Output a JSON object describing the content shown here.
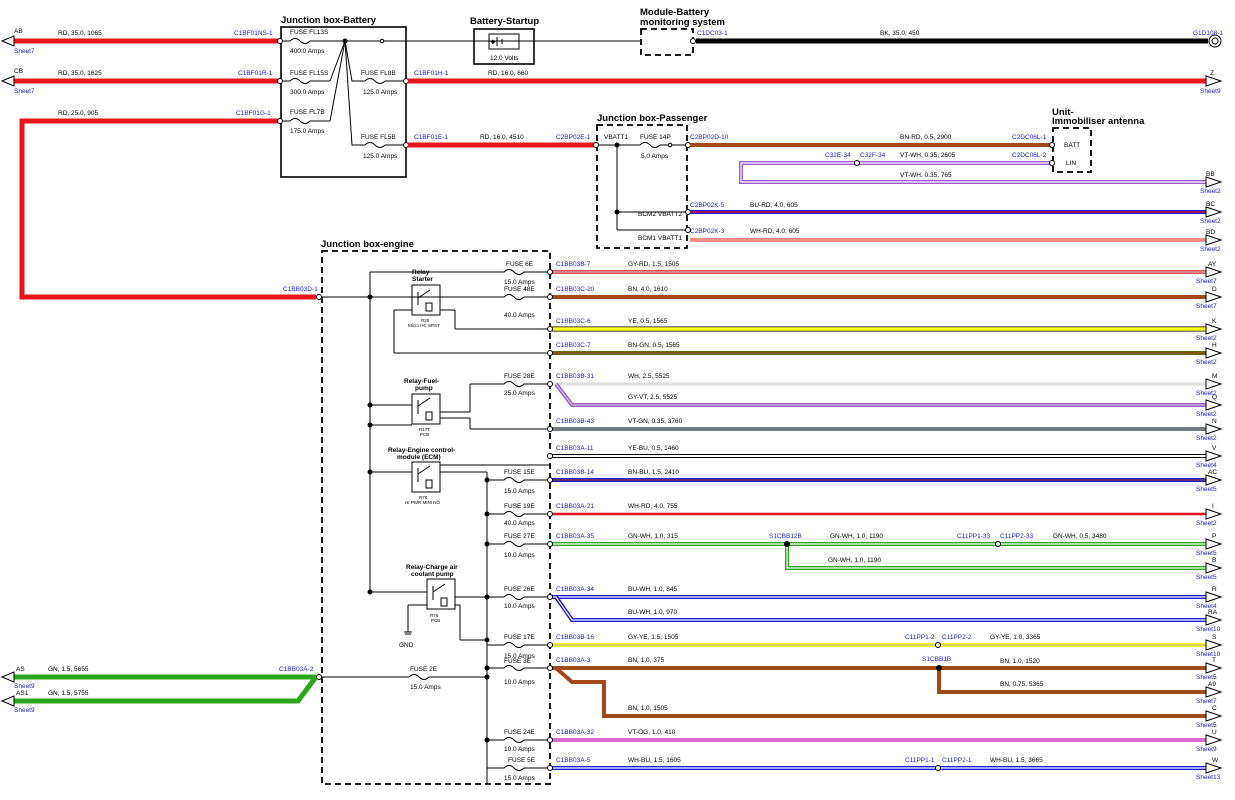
{
  "colors": {
    "red": "#e8141a",
    "black": "#000000",
    "brown": "#a24a16",
    "violet": "#9b5bd0",
    "blue": "#1a1ad0",
    "yellow": "#ffff1a",
    "olive": "#5d6a0e",
    "green": "#2aa81a",
    "gray": "#707a80",
    "pink": "#d96ad0",
    "white": "#ffffff",
    "label_blue": "#1a1ad0"
  },
  "boxes": {
    "battery": "Junction box-Battery",
    "startup": "Battery-Startup",
    "startup_value": "12.0 Volts",
    "bms_line1": "Module-Battery",
    "bms_line2": "monitoring system",
    "passenger": "Junction box-Passenger",
    "immob_line1": "Unit-",
    "immob_line2": "Immobiliser antenna",
    "engine": "Junction box-engine"
  },
  "battery_fuses": [
    {
      "name": "FUSE FL13S",
      "rating": "400.0 Amps"
    },
    {
      "name": "FUSE FL15S",
      "rating": "300.0 Amps"
    },
    {
      "name": "FUSE FL7B",
      "rating": "175.0 Amps"
    },
    {
      "name": "FUSE FL8B",
      "rating": "125.0 Amps"
    },
    {
      "name": "FUSE FL5B",
      "rating": "125.0 Amps"
    }
  ],
  "passenger_items": {
    "vbatt1": "VBATT1",
    "fuse_name": "FUSE 14P",
    "fuse_rating": "5.0 Amps",
    "bcm2": "BCM2 VBATT2",
    "bcm1": "BCM1 VBATT1",
    "batt_pin": "BATT",
    "lin_pin": "LIN"
  },
  "top_wires": [
    {
      "left_tag": "AB",
      "sheet": "Sheet7",
      "spec": "RD, 35.0, 1065",
      "connector": "C1BF01NS-1"
    },
    {
      "left_tag": "CB",
      "sheet": "Sheet7",
      "spec": "RD, 35.0, 1625",
      "connector": "C1BF01R-1"
    },
    {
      "spec": "RD, 25.0, 905",
      "connector": "C1BF01G-1"
    }
  ],
  "top_right": {
    "bms_connector": "C1DC03-1",
    "bk_spec": "BK, 35.0, 450",
    "ground_connector": "G1D108-1",
    "fl8b_connector": "C1BF01H-1",
    "fl8b_spec": "RD, 16.0, 660",
    "z_tag": "Z",
    "z_sheet": "Sheet9",
    "fl5b_connector": "C1BF01E-1",
    "fl5b_spec": "RD, 16.0, 4510",
    "c2bp02e": "C2BP02E-1",
    "c2bp02d": "C2BP02D-10",
    "bnrd_spec": "BN-RD, 0.5, 2900",
    "c2dc06l1": "C2DC06L-1",
    "c32e34a": "C32E-34",
    "c32f34": "C32F-34",
    "vtwh1": "VT-WH, 0.35, 2605",
    "c2dc06l2": "C2DC06L-2",
    "vtwh2": "VT-WH, 0.35, 765",
    "bb_tag": "BB",
    "bb_sheet": "Sheet2",
    "c2bp02k5": "C2BP02K-5",
    "burd_spec": "BU-RD, 4.0, 605",
    "bc_tag": "BC",
    "bc_sheet": "Sheet2",
    "c2bp02k3": "C2BP02K-3",
    "whrd_spec": "WH-RD, 4.0, 605",
    "bd_tag": "BD",
    "bd_sheet": "Sheet2",
    "c1bb03d": "C1BB03D-1"
  },
  "relays": {
    "starter_line1": "Relay-",
    "starter_line2": "Starter",
    "starter_code": "R20",
    "starter_type": "Micro HC SPST",
    "fuel_line1": "Relay-Fuel-",
    "fuel_line2": "pump",
    "fuel_code": "R17T",
    "fuel_type": "PCB",
    "ecm_line1": "Relay-Engine control-",
    "ecm_line2": "module (ECM)",
    "ecm_code": "R78",
    "ecm_type": "HI PWR MINI NO",
    "cac_line1": "Relay-Charge air",
    "cac_line2": "coolant pump",
    "cac_code": "R76",
    "cac_type": "PCB",
    "gnd": "GND"
  },
  "engine_fuses": [
    {
      "name": "FUSE 6E",
      "rating": "15.0 Amps"
    },
    {
      "name": "FUSE 48E",
      "rating": "40.0 Amps"
    },
    {
      "name": "FUSE 28E",
      "rating": "25.0 Amps"
    },
    {
      "name": "FUSE 15E",
      "rating": "15.0 Amps"
    },
    {
      "name": "FUSE 19E",
      "rating": "40.0 Amps"
    },
    {
      "name": "FUSE 27E",
      "rating": "10.0 Amps"
    },
    {
      "name": "FUSE 26E",
      "rating": "10.0 Amps"
    },
    {
      "name": "FUSE 17E",
      "rating": "15.0 Amps"
    },
    {
      "name": "FUSE 3E",
      "rating": "10.0 Amps"
    },
    {
      "name": "FUSE 24E",
      "rating": "10.0 Amps"
    },
    {
      "name": "FUSE 5E",
      "rating": "15.0 Amps"
    },
    {
      "name": "FUSE 2E",
      "rating": "15.0 Amps"
    }
  ],
  "engine_wires": [
    {
      "connector": "C1BB03B-7",
      "spec": "GY-RD, 1.5, 1505",
      "tag": "AY",
      "sheet": "Sheet7"
    },
    {
      "connector": "C1BB03C-20",
      "spec": "BN, 4.0, 1610",
      "tag": "D",
      "sheet": "Sheet7"
    },
    {
      "connector": "C1BB03C-6",
      "spec": "YE, 0.5, 1565",
      "tag": "K",
      "sheet": "Sheet2"
    },
    {
      "connector": "C1BB03C-7",
      "spec": "BN-GN, 0.5, 1565",
      "tag": "H",
      "sheet": "Sheet2"
    },
    {
      "connector": "C1BB03B-31",
      "spec": "WH, 2.5, 5525",
      "tag": "M",
      "sheet": "Sheet2"
    },
    {
      "connector": "",
      "spec": "GY-VT, 2.5, 5525",
      "tag": "Q",
      "sheet": "Sheet2"
    },
    {
      "connector": "C1BB03B-43",
      "spec": "VT-GN, 0.35, 3760",
      "tag": "N",
      "sheet": "Sheet2"
    },
    {
      "connector": "C1BB03A-11",
      "spec": "YE-BU, 0.5, 1460",
      "tag": "V",
      "sheet": "Sheet4"
    },
    {
      "connector": "C1BB03B-14",
      "spec": "BN-BU, 1.5, 2410",
      "tag": "AC",
      "sheet": "Sheet5"
    },
    {
      "connector": "C1BB03A-21",
      "spec": "WH-RD, 4.0, 755",
      "tag": "I",
      "sheet": "Sheet2"
    },
    {
      "connector": "C1BB03A-35",
      "spec": "GN-WH, 1.0, 315",
      "tag": "P",
      "sheet": "Sheet5"
    },
    {
      "connector": "",
      "spec": "GN-WH, 1.0, 1190",
      "tag": "B",
      "sheet": "Sheet5"
    },
    {
      "connector": "C1BB03A-34",
      "spec": "BU-WH, 1.0, 845",
      "tag": "R",
      "sheet": "Sheet4"
    },
    {
      "connector": "",
      "spec": "BU-WH, 1.0, 970",
      "tag": "RA",
      "sheet": "Sheet10"
    },
    {
      "connector": "C1BB03B-16",
      "spec": "GY-YE, 1.5, 1505",
      "tag": "S",
      "sheet": "Sheet10"
    },
    {
      "connector": "C1BB03A-3",
      "spec": "BN, 1.0, 375",
      "tag": "T",
      "sheet": "Sheet5"
    },
    {
      "connector": "",
      "spec": "BN, 0.75, 5365",
      "tag": "A9",
      "sheet": "Sheet7"
    },
    {
      "connector": "",
      "spec": "BN, 1.0, 1505",
      "tag": "C",
      "sheet": "Sheet5"
    },
    {
      "connector": "C1BB03A-32",
      "spec": "VT-OG, 1.0, 410",
      "tag": "U",
      "sheet": "Sheet9"
    },
    {
      "connector": "C1BB03A-5",
      "spec": "WH-BU, 1.5, 1605",
      "tag": "W",
      "sheet": "Sheet13"
    }
  ],
  "splices": {
    "s1cbb12b": "S1CBB12B",
    "gnwh1190": "GN-WH, 1.0, 1190",
    "c11pp1_33": "C11PP1-33",
    "c11pp2_33": "C11PP2-33",
    "gnwh3480": "GN-WH, 0.5, 3480",
    "c11pp1_2": "C11PP1-2",
    "c11pp2_2": "C11PP2-2",
    "gyye3365": "GY-YE, 1.0, 3365",
    "s1cbb1b": "S1CBB1B",
    "bn1520": "BN, 1.0, 1520",
    "c11pp1_1": "C11PP1-1",
    "c11pp2_1": "C11PP2-1",
    "whbu3665": "WH-BU, 1.5, 3665"
  },
  "bottom_left": {
    "as_tag": "AS",
    "as_sheet": "Sheet9",
    "as_spec": "GN, 1.5, 5655",
    "as1_tag": "AS1",
    "as1_sheet": "Sheet9",
    "as1_spec": "GN, 1.5, 5755",
    "connector": "C1BB03A-2"
  }
}
